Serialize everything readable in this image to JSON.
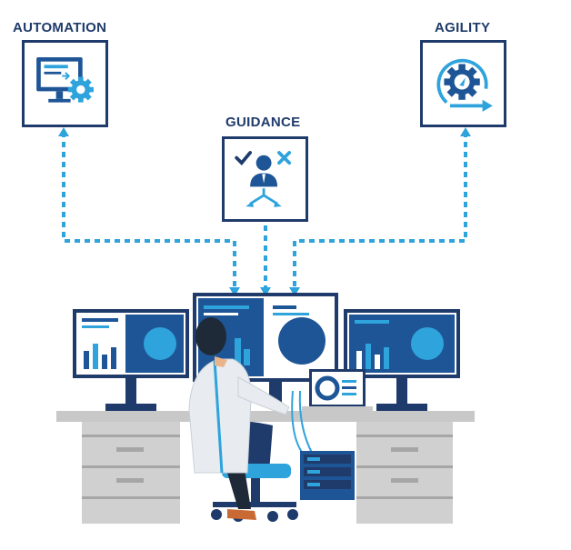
{
  "labels": {
    "automation": "AUTOMATION",
    "guidance": "GUIDANCE",
    "agility": "AGILITY"
  },
  "icons": {
    "automation": "monitor-gear-icon",
    "guidance": "person-decision-icon",
    "agility": "gear-cycle-arrow-icon"
  },
  "colors": {
    "navy": "#1f3b6b",
    "dark_blue": "#1e5596",
    "accent": "#2ea3dc",
    "desk": "#c8c8c8",
    "desk_dark": "#a6a6a6"
  }
}
